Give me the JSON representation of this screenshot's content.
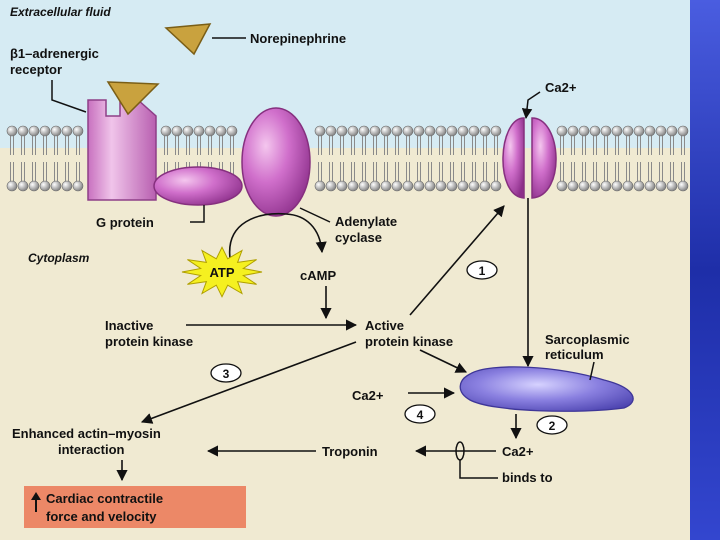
{
  "diagram": {
    "regions": {
      "extracellular": "Extracellular fluid",
      "cytoplasm": "Cytoplasm"
    },
    "labels": {
      "norepinephrine": "Norepinephrine",
      "receptor_line1": "β1–adrenergic",
      "receptor_line2": "receptor",
      "g_protein": "G protein",
      "adenylate_line1": "Adenylate",
      "adenylate_line2": "cyclase",
      "atp": "ATP",
      "camp": "cAMP",
      "ca_channel": "Ca2+",
      "inactive_pk_line1": "Inactive",
      "inactive_pk_line2": "protein kinase",
      "active_pk_line1": "Active",
      "active_pk_line2": "protein kinase",
      "sr_line1": "Sarcoplasmic",
      "sr_line2": "reticulum",
      "ca_left": "Ca2+",
      "ca_bottom": "Ca2+",
      "troponin": "Troponin",
      "binds_to": "binds to",
      "enhanced_line1": "Enhanced actin–myosin",
      "enhanced_line2": "interaction",
      "result_line1": "Cardiac contractile",
      "result_line2": "force and velocity"
    },
    "steps": [
      "1",
      "2",
      "3",
      "4"
    ],
    "colors": {
      "extracellular_bg": "#d6ebf3",
      "cytoplasm_bg": "#f0ead2",
      "receptor": "#d98fd0",
      "protein_magenta": "#c25bbf",
      "sr_purple": "#7a70d6",
      "atp_star": "#f5f020",
      "result_box": "#ec8867",
      "sidebar": "#2e3ec8"
    }
  }
}
